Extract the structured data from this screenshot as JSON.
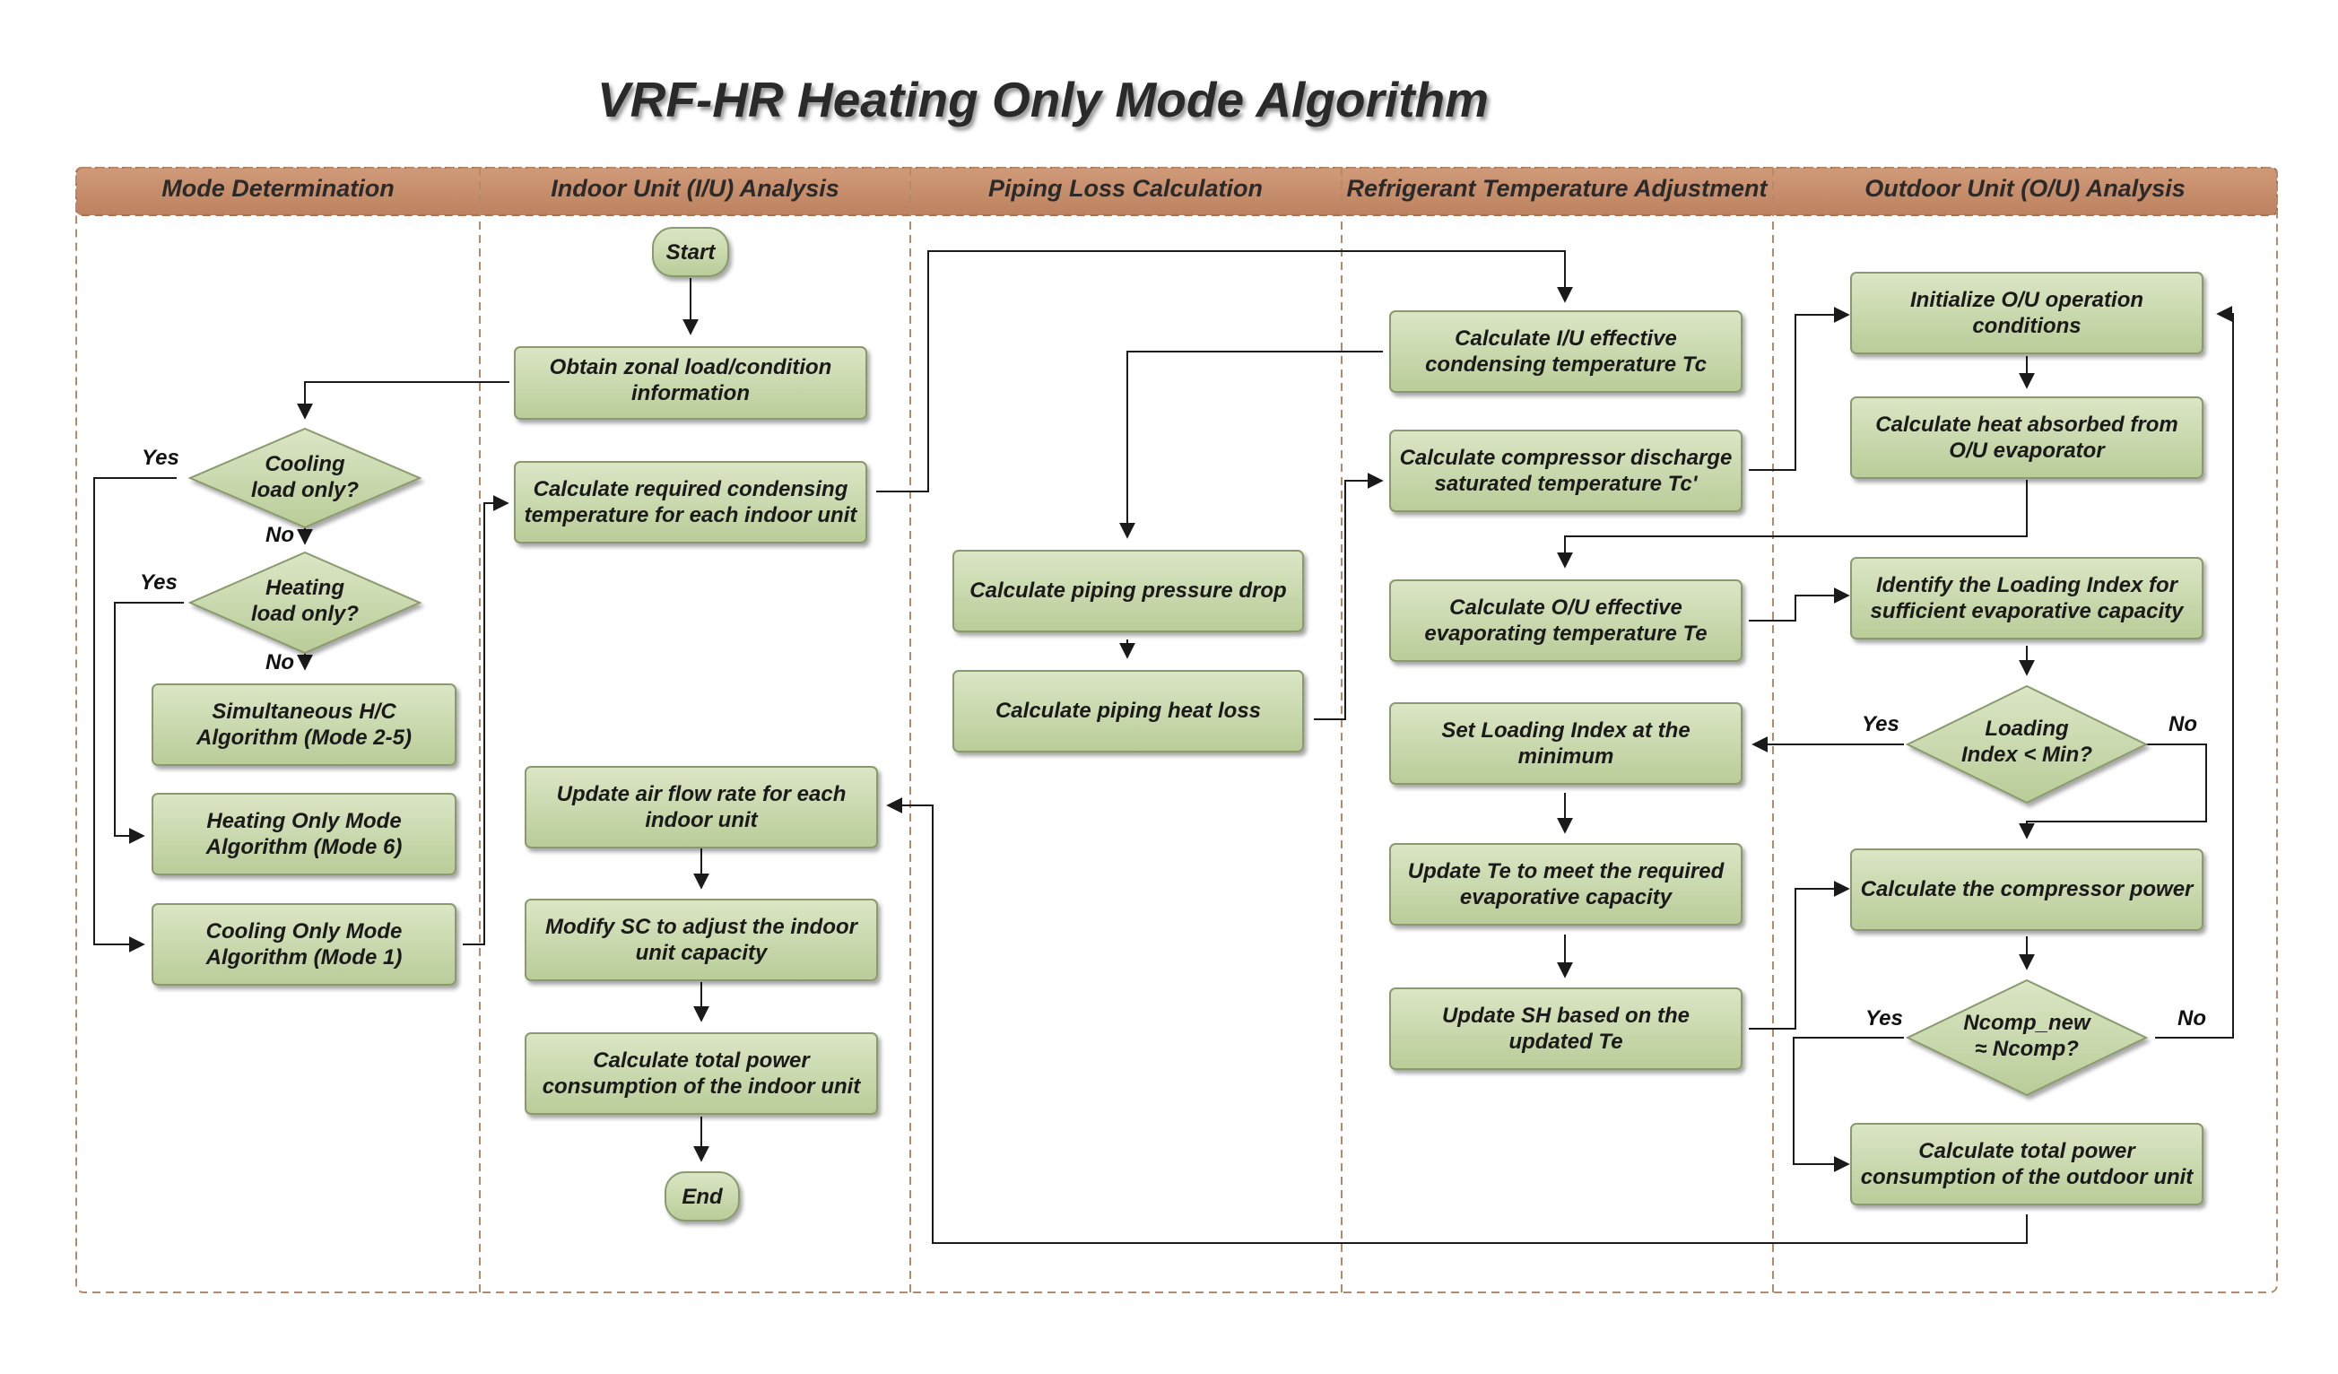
{
  "title": "VRF-HR Heating Only Mode Algorithm",
  "lanes": [
    "Mode Determination",
    "Indoor Unit (I/U) Analysis",
    "Piping Loss Calculation",
    "Refrigerant Temperature Adjustment",
    "Outdoor Unit (O/U) Analysis"
  ],
  "nodes": {
    "cooling_load_only": [
      "Cooling",
      "load only?"
    ],
    "heating_load_only": [
      "Heating",
      "load only?"
    ],
    "simultaneous_hc": [
      "Simultaneous H/C",
      "Algorithm (Mode 2-5)"
    ],
    "heating_only_mode": [
      "Heating Only Mode",
      "Algorithm (Mode 6)"
    ],
    "cooling_only_mode": [
      "Cooling Only Mode",
      "Algorithm (Mode 1)"
    ],
    "start": [
      "Start"
    ],
    "obtain_zonal": [
      "Obtain zonal load/condition",
      "information"
    ],
    "calc_required_cond": [
      "Calculate required condensing",
      "temperature for each indoor unit"
    ],
    "update_air_flow": [
      "Update air flow rate for each",
      "indoor unit"
    ],
    "modify_sc": [
      "Modify SC to adjust the indoor",
      "unit capacity"
    ],
    "calc_total_power_iu": [
      "Calculate total power",
      "consumption of the indoor unit"
    ],
    "end": [
      "End"
    ],
    "calc_piping_drop": [
      "Calculate piping pressure drop"
    ],
    "calc_piping_loss": [
      "Calculate piping  heat loss"
    ],
    "calc_iu_effective_tc": [
      "Calculate I/U effective",
      "condensing temperature Tc"
    ],
    "calc_comp_discharge": [
      "Calculate compressor discharge",
      "saturated temperature Tc'"
    ],
    "calc_ou_effective_te": [
      "Calculate O/U effective",
      "evaporating temperature Te"
    ],
    "set_loading_index": [
      "Set Loading Index at the",
      "minimum"
    ],
    "update_te": [
      "Update Te to meet the required",
      "evaporative capacity"
    ],
    "update_sh": [
      "Update SH based on the",
      "updated Te"
    ],
    "init_ou": [
      "Initialize O/U operation",
      "conditions"
    ],
    "calc_heat_absorbed": [
      "Calculate heat absorbed from",
      "O/U evaporator"
    ],
    "identify_loading_index": [
      "Identify the Loading Index for",
      "sufficient evaporative capacity"
    ],
    "loading_index_min": [
      "Loading",
      "Index < Min?"
    ],
    "calc_comp_power": [
      "Calculate the compressor power"
    ],
    "ncomp_check": [
      "Ncomp_new",
      "≈  Ncomp?"
    ],
    "calc_total_power_ou": [
      "Calculate total power",
      "consumption of the outdoor unit"
    ]
  },
  "labels": {
    "yes": "Yes",
    "no": "No"
  },
  "colors": {
    "lane_header": "#c48a67",
    "node_fill_top": "#dbe6c5",
    "node_fill_bottom": "#b9cc98",
    "node_stroke": "#8a9a6e",
    "lane_border": "#b48a6c"
  }
}
